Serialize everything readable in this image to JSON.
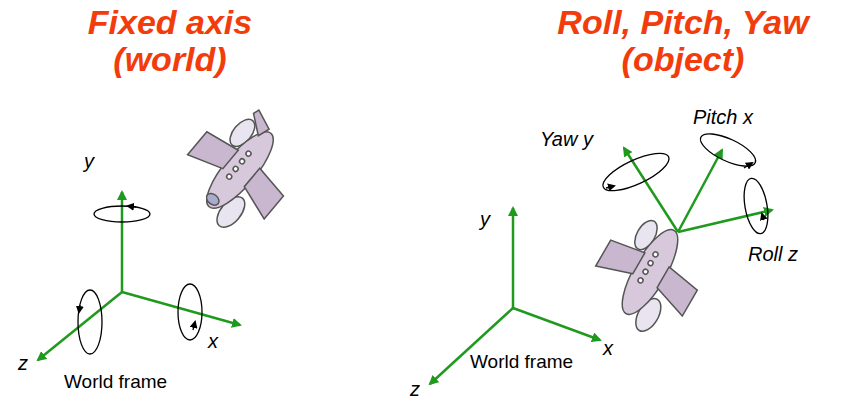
{
  "diagram": {
    "labels": [
      "Fixed axis (world)",
      "Roll, Pitch, Yaw (object)",
      "y",
      "x",
      "z",
      "World frame",
      "Yaw y",
      "Pitch x",
      "Roll z",
      "y",
      "x",
      "z",
      "World frame"
    ]
  }
}
